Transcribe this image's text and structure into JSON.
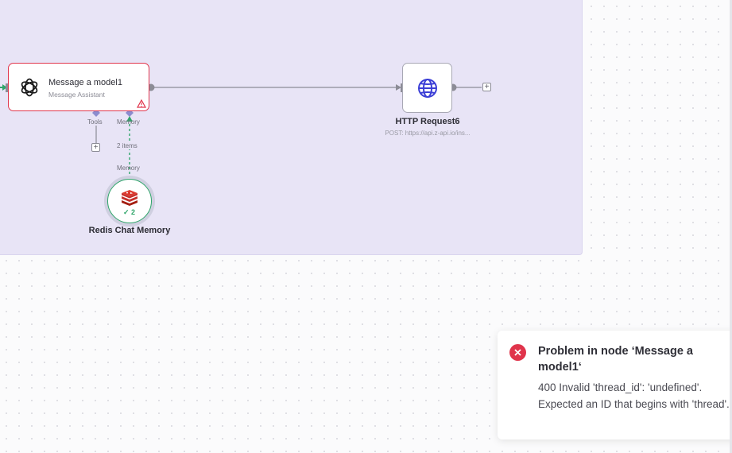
{
  "canvas": {
    "sticky_color": "#e8e4f6"
  },
  "nodes": {
    "main": {
      "title": "Message a model1",
      "subtitle": "Message Assistant",
      "icon": "openai-icon",
      "status": "error",
      "border_color": "#e0344b",
      "ports": {
        "tools_label": "Tools",
        "memory_label": "Memory"
      }
    },
    "http": {
      "title": "HTTP Request6",
      "subtitle": "POST: https://api.z-api.io/ins...",
      "icon": "globe-icon"
    },
    "redis": {
      "title": "Redis Chat Memory",
      "icon": "redis-icon",
      "badge": "2",
      "port_label": "Memory",
      "status_color": "#2fa56a"
    }
  },
  "connections": {
    "memory_items": "2 items"
  },
  "toast": {
    "title": "Problem in node ‘Message a model1‘",
    "message": "400 Invalid 'thread_id': 'undefined'. Expected an ID that begins with 'thread'.",
    "icon": "error-circle-icon",
    "color": "#e0344b"
  }
}
